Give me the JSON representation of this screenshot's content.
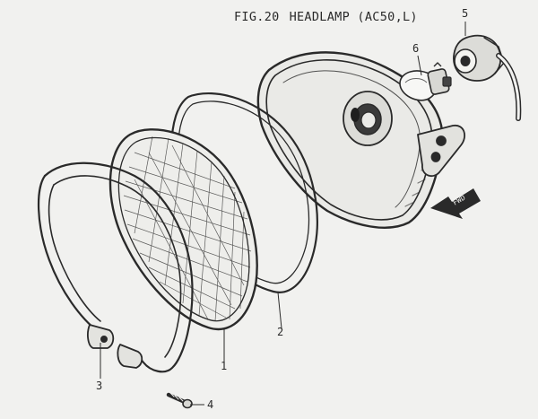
{
  "figure": {
    "number": "FIG.20",
    "title": "HEADLAMP (AC50,L)"
  },
  "callouts": {
    "p1": "1",
    "p2": "2",
    "p3": "3",
    "p4": "4",
    "p5": "5",
    "p6": "6"
  },
  "direction_arrow": "FWD"
}
